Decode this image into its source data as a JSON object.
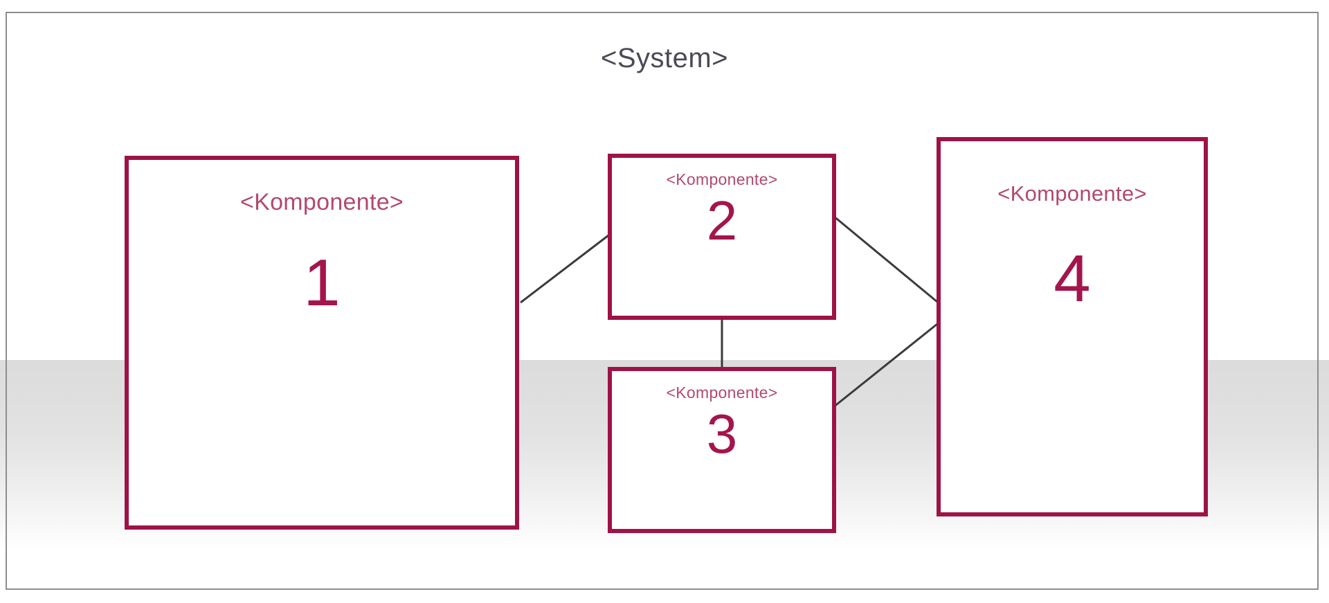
{
  "diagram": {
    "title": "<System>",
    "stereotype": "<Komponente>",
    "components": [
      {
        "id": "1",
        "stereotype": "<Komponente>",
        "number": "1"
      },
      {
        "id": "2",
        "stereotype": "<Komponente>",
        "number": "2"
      },
      {
        "id": "3",
        "stereotype": "<Komponente>",
        "number": "3"
      },
      {
        "id": "4",
        "stereotype": "<Komponente>",
        "number": "4"
      }
    ],
    "connections": [
      {
        "from": "1",
        "to": "2"
      },
      {
        "from": "2",
        "to": "4"
      },
      {
        "from": "2",
        "to": "3"
      },
      {
        "from": "3",
        "to": "4"
      }
    ],
    "colors": {
      "component_border": "#9e1246",
      "component_number": "#a4154c",
      "component_stereotype": "#b24a6b",
      "system_title": "#4a4a55",
      "connector_line": "#3a3a3a",
      "outer_frame": "#8d8d8d",
      "shade_band": "#dedede",
      "background": "#ffffff"
    }
  }
}
